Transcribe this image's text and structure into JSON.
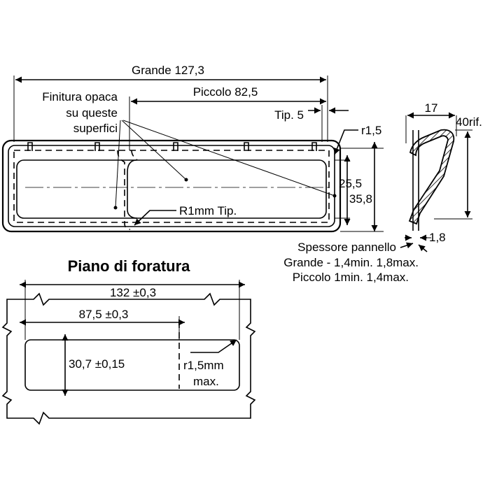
{
  "labels": {
    "grande": "Grande 127,3",
    "finitura_1": "Finitura opaca",
    "finitura_2": "su queste",
    "finitura_3": "superfici",
    "piccolo": "Piccolo 82,5",
    "tip5": "Tip. 5",
    "r15": "r1,5",
    "h255": "25,5",
    "h358": "35,8",
    "r1mm": "R1mm Tip.",
    "w17": "17",
    "h40": "40rif.",
    "t18": "1,8",
    "spessore_1": "Spessore pannello",
    "spessore_2": "Grande - 1,4min. 1,8max.",
    "spessore_3": "Piccolo 1min. 1,4max."
  },
  "section_title": "Piano di foratura",
  "cutout": {
    "w132": "132 ±0,3",
    "w875": "87,5 ±0,3",
    "h307": "30,7 ±0,15",
    "r15mm_1": "r1,5mm",
    "r15mm_2": "max."
  }
}
